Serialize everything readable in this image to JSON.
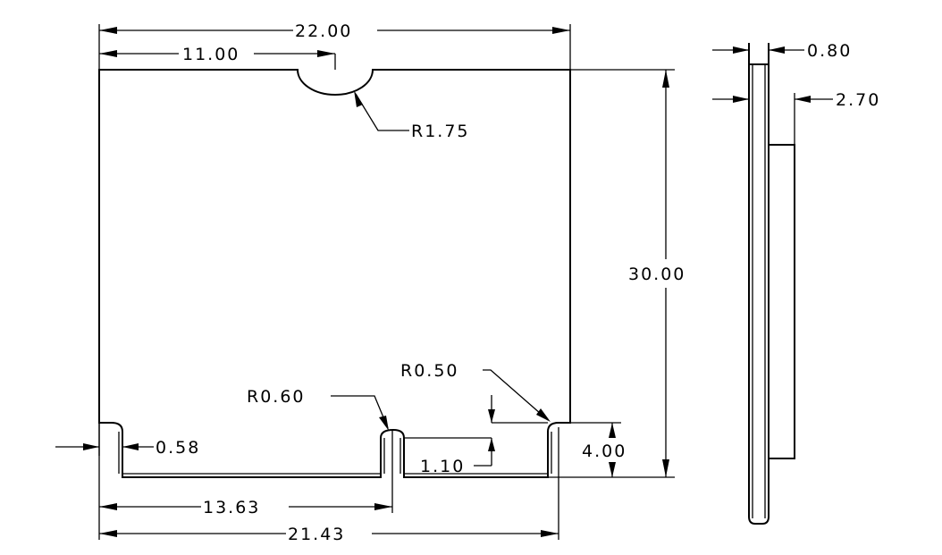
{
  "drawing": {
    "units_note": "",
    "front_view": {
      "overall_width": "22.00",
      "notch_center": "11.00",
      "notch_radius": "R1.75",
      "height": "30.00",
      "slot_depth": "4.00",
      "slot_right_radius": "R0.50",
      "slot_middle_radius": "R0.60",
      "step_height": "1.10",
      "left_offset": "0.58",
      "middle_slot_position": "13.63",
      "right_slot_position": "21.43"
    },
    "side_view": {
      "thickness_top": "0.80",
      "thickness_step": "2.70"
    }
  }
}
